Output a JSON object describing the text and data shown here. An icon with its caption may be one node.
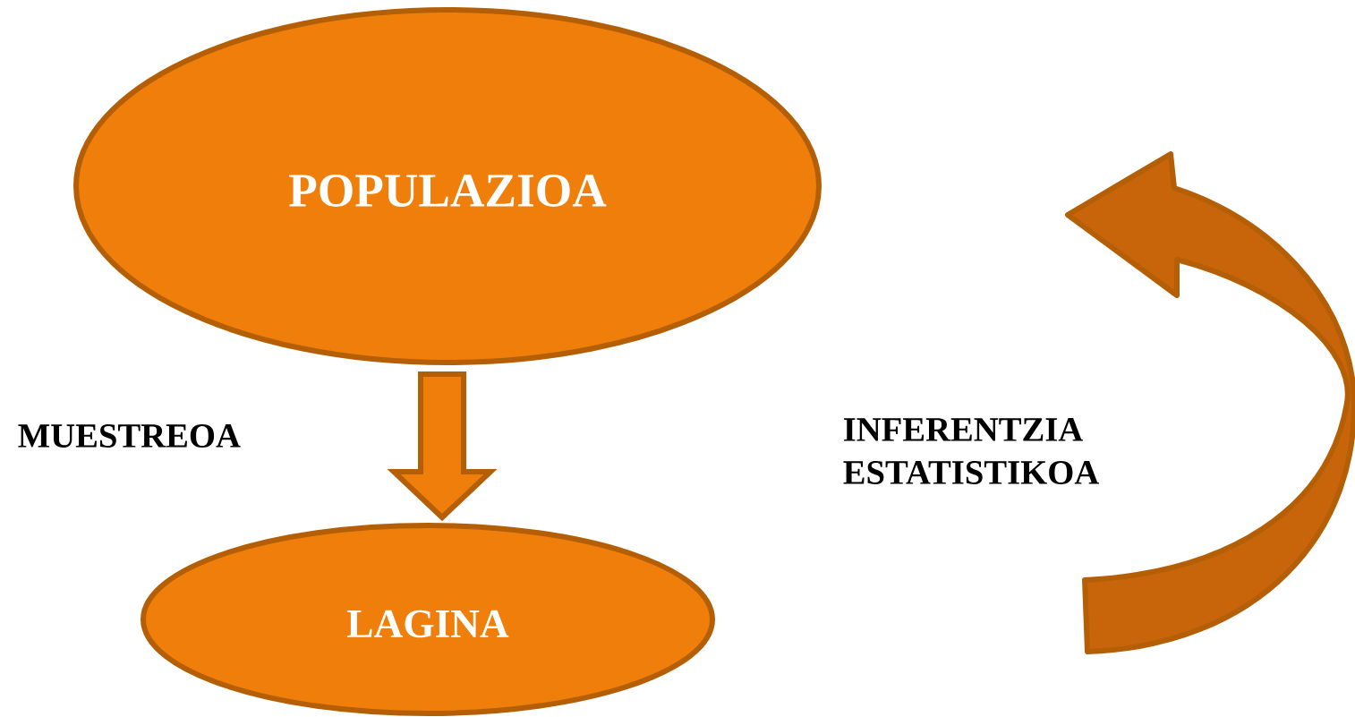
{
  "diagram": {
    "nodes": [
      {
        "text": [
          "POPULAZIOA"
        ]
      },
      {
        "text": [
          "LAGINA"
        ]
      }
    ],
    "edges": [
      {
        "from": 0,
        "to": 1,
        "arrow": "to"
      }
    ],
    "labels": [
      "MUESTREOA",
      "INFERENTZIA ESTATISTIKOA"
    ]
  }
}
